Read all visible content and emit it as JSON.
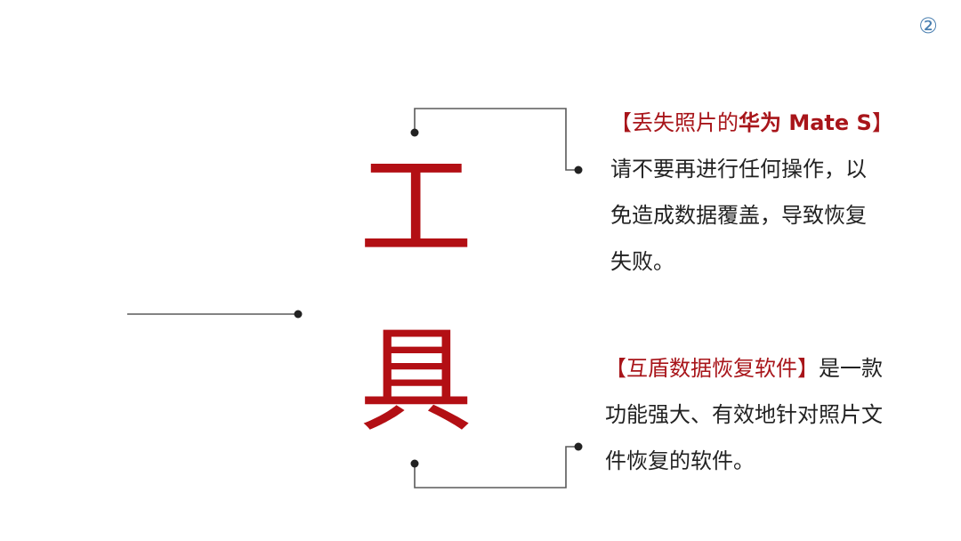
{
  "page_number": "②",
  "title_chars": [
    "工",
    "具"
  ],
  "top_note": {
    "heading_prefix": "【丢失照片的",
    "heading_bold": "华为 Mate S",
    "heading_suffix": "】",
    "lines": [
      "请不要再进行任何操作，以",
      "免造成数据覆盖，导致恢复",
      "失败。"
    ]
  },
  "bottom_note": {
    "heading": "【互盾数据恢复软件】",
    "first_line_rest": "是一款",
    "lines": [
      "功能强大、有效地针对照片文",
      "件恢复的软件。"
    ]
  },
  "colors": {
    "accent_red": "#a8151a",
    "text": "#222222",
    "line": "#555555"
  }
}
